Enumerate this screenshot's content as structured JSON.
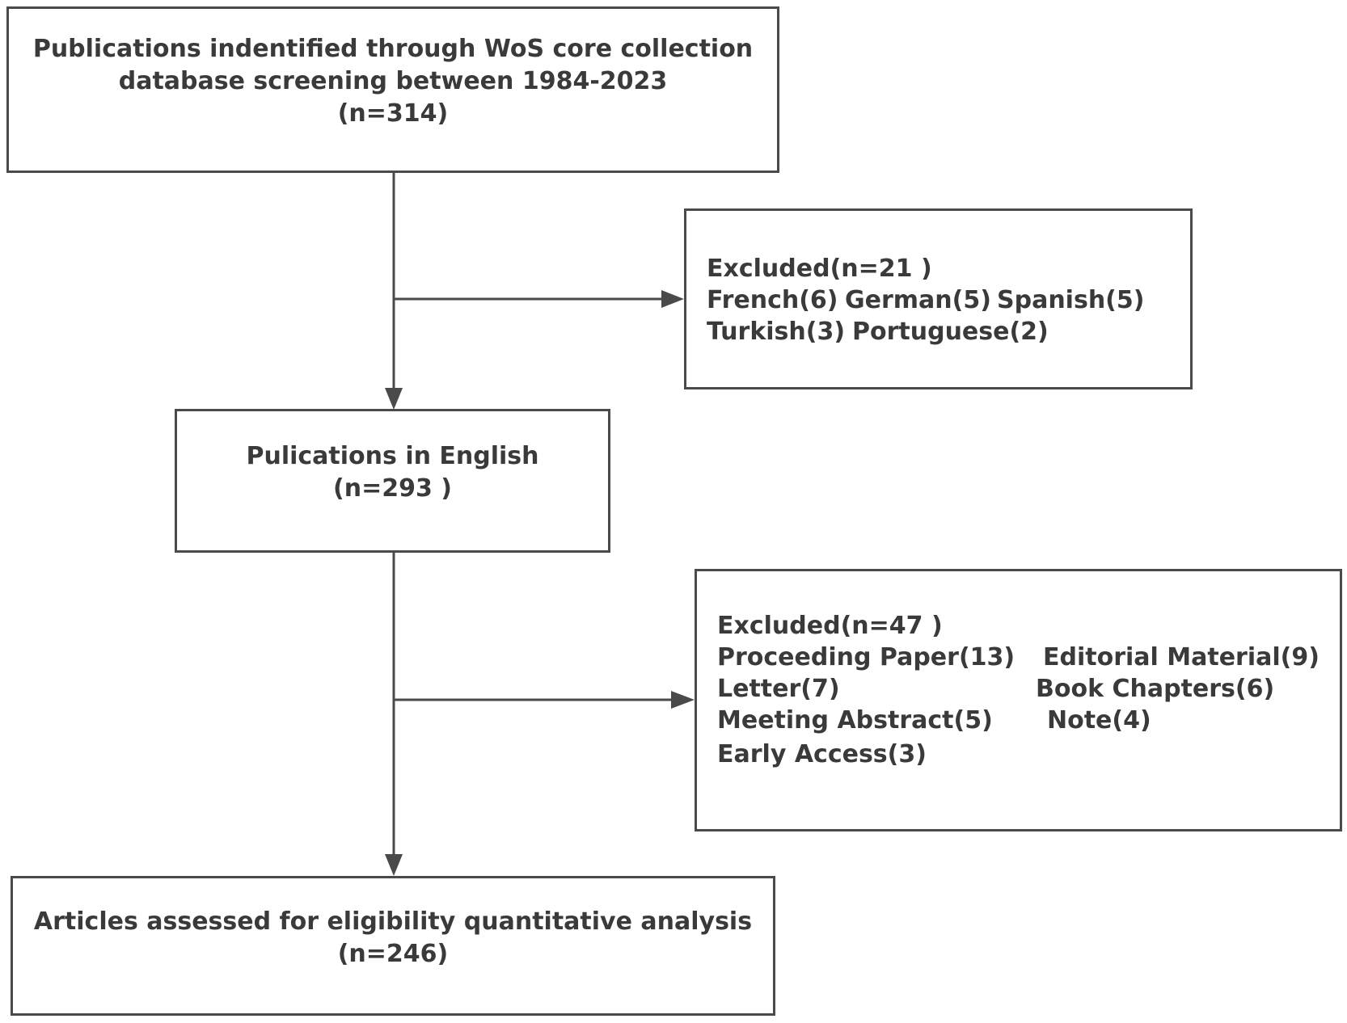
{
  "flowchart": {
    "box1": {
      "lines": [
        "Publications indentified through WoS core collection",
        "database screening between 1984-2023",
        "(n=314)"
      ]
    },
    "exclusion1": {
      "title": "Excluded(n=21 )",
      "items": [
        "French(6)",
        "German(5)",
        "Spanish(5)",
        "Turkish(3)",
        "Portuguese(2)"
      ]
    },
    "box2": {
      "lines": [
        "Pulications in English",
        "(n=293 )"
      ]
    },
    "exclusion2": {
      "title": "Excluded(n=47 )",
      "items": [
        "Proceeding Paper(13)",
        "Editorial Material(9)",
        "Letter(7)",
        "Book Chapters(6)",
        "Meeting Abstract(5)",
        "Note(4)",
        "Early Access(3)"
      ]
    },
    "box3": {
      "lines": [
        "Articles assessed for eligibility quantitative analysis",
        "(n=246)"
      ]
    }
  },
  "colors": {
    "stroke": "#4a4a4a",
    "text": "#3a3a3a"
  }
}
